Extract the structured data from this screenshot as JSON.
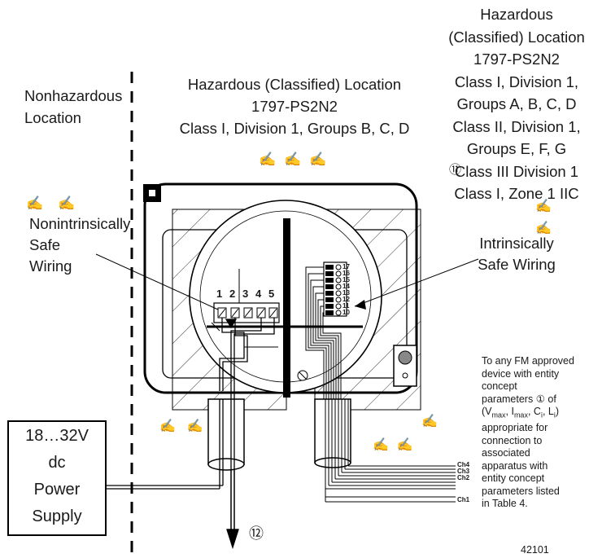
{
  "labels": {
    "nonhazardous": [
      "Nonhazardous",
      "Location"
    ],
    "hazardous_center": [
      "Hazardous (Classified) Location",
      "1797-PS2N2",
      "Class I, Division 1, Groups B, C, D"
    ],
    "hazardous_right": [
      "Hazardous",
      "(Classified) Location",
      "1797-PS2N2",
      "Class I, Division 1,",
      "Groups A, B, C, D",
      "Class II, Division 1,",
      "Groups E, F, G",
      "Class III Division 1",
      "Class I, Zone 1 IIC"
    ],
    "note_marker_11": "⑪",
    "nonintrinsic": [
      "Nonintrinsically",
      "Safe",
      "Wiring"
    ],
    "intrinsic": [
      "Intrinsically",
      "Safe Wiring"
    ],
    "power_supply": [
      "18…32V",
      "dc",
      "Power",
      "Supply"
    ],
    "note_marker_12": "⑫",
    "fm_note": [
      "To any FM approved",
      "device with entity",
      "concept",
      "parameters ① of",
      "(V",
      "max",
      ", I",
      "max",
      ", C",
      "i",
      ", L",
      "i",
      ")",
      "appropriate  for",
      "connection to",
      "associated",
      "apparatus with",
      "entity concept",
      "parameters listed",
      "in Table 4."
    ],
    "figure_number": "42101"
  },
  "terminals_left": [
    "1",
    "2",
    "3",
    "4",
    "5"
  ],
  "terminals_right": [
    "17",
    "16",
    "15",
    "14",
    "13",
    "12",
    "11",
    "10"
  ],
  "channels": [
    "Ch4",
    "Ch3",
    "Ch2",
    "Ch1"
  ],
  "symbol_glyph": "✍"
}
